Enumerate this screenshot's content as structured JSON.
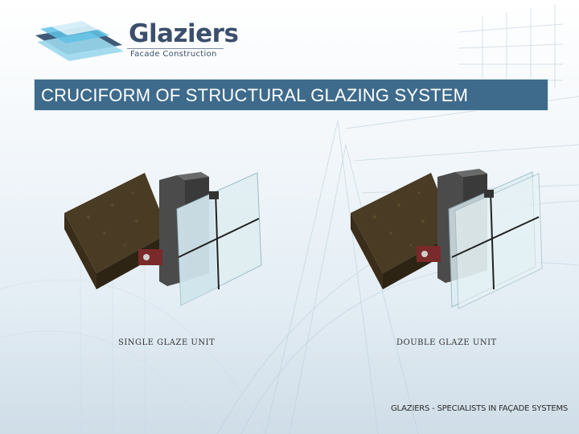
{
  "logo": {
    "name": "Glaziers",
    "tagline": "Facade Construction",
    "icon": "glass-panels-icon"
  },
  "slide": {
    "title": "CRUCIFORM OF STRUCTURAL GLAZING SYSTEM"
  },
  "figures": [
    {
      "caption": "SINGLE  GLAZE UNIT",
      "icon": "single-glaze-unit-illustration"
    },
    {
      "caption": "DOUBLE  GLAZE UNIT",
      "icon": "double-glaze-unit-illustration"
    }
  ],
  "footer": {
    "text": "GLAZIERS - SPECIALISTS IN FAÇADE SYSTEMS"
  },
  "colors": {
    "title_bar": "#3e6b8c",
    "logo_text": "#3b4f6c",
    "slab": "#4a3b24",
    "mullion": "#4a4a4a",
    "glass": "#dfeef2",
    "accent_bracket": "#7a2a2a"
  }
}
